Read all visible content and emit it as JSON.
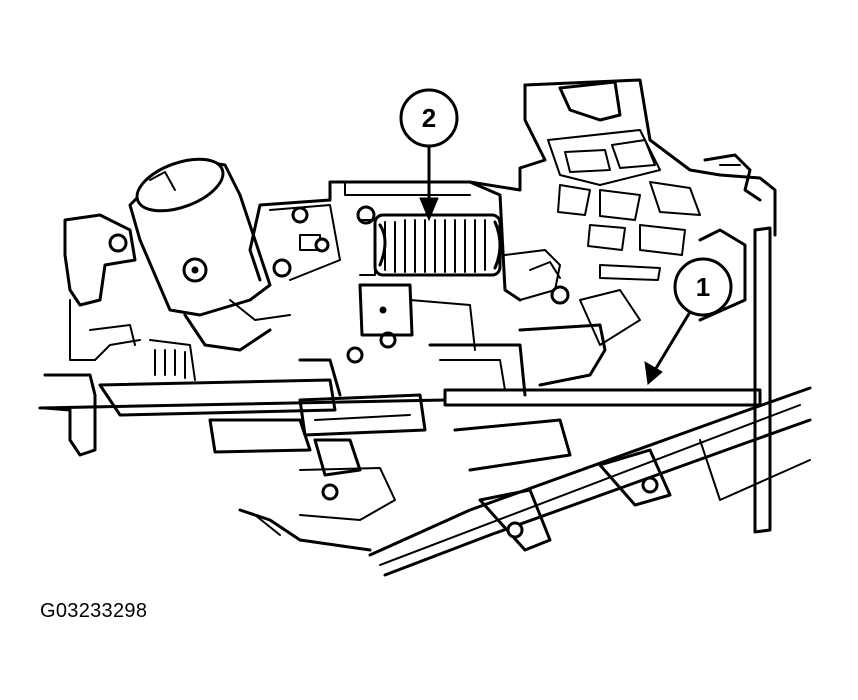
{
  "callouts": [
    {
      "id": "1",
      "label": "1"
    },
    {
      "id": "2",
      "label": "2"
    }
  ],
  "figure_id": "G03233298",
  "colors": {
    "line": "#000000",
    "background": "#ffffff"
  }
}
